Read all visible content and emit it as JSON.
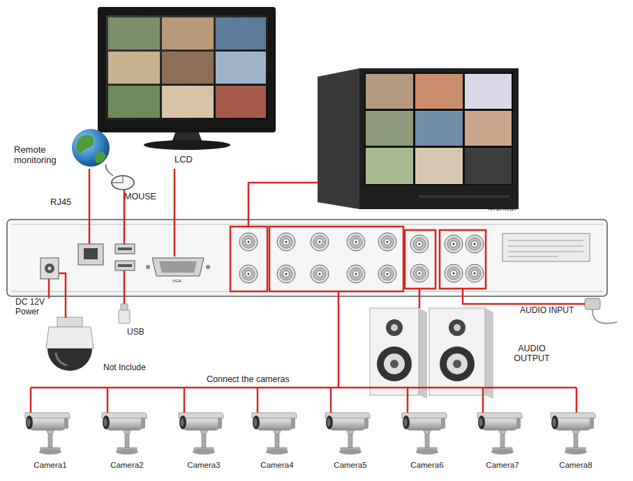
{
  "diagram": {
    "nodes": [
      {
        "text": [
          "LCD"
        ]
      },
      {
        "text": [
          "Monitor"
        ]
      },
      {
        "text": [
          "Remote monitoring"
        ]
      },
      {
        "text": [
          "MOUSE"
        ]
      },
      {
        "text": [
          "AUDIO INPUT"
        ]
      },
      {
        "text": [
          "AUDIO OUTPUT"
        ]
      },
      {
        "text": [
          "Not Include"
        ]
      },
      {
        "text": [
          "Camera1"
        ]
      },
      {
        "text": [
          "Camera2"
        ]
      },
      {
        "text": [
          "Camera3"
        ]
      },
      {
        "text": [
          "Camera4"
        ]
      },
      {
        "text": [
          "Camera5"
        ]
      },
      {
        "text": [
          "Camera6"
        ]
      },
      {
        "text": [
          "Camera7"
        ]
      },
      {
        "text": [
          "Camera8"
        ]
      }
    ],
    "labels": [
      "RJ45",
      "DC 12V Power",
      "USB",
      "VGA",
      "Connect the cameras"
    ]
  }
}
